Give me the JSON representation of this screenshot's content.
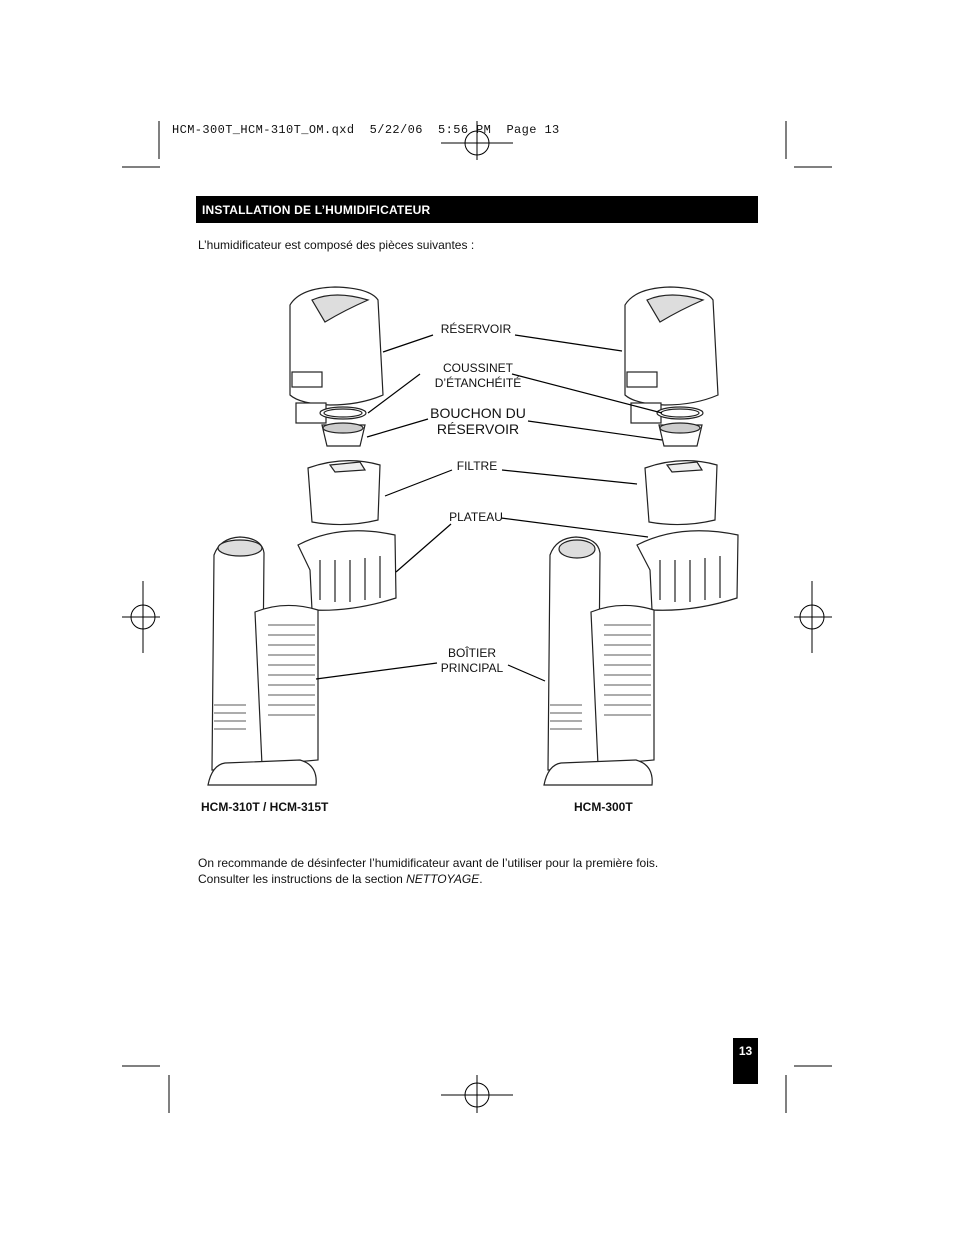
{
  "slug": "HCM-300T_HCM-310T_OM.qxd  5/22/06  5:56 PM  Page 13",
  "section_title": "INSTALLATION DE L’HUMIDIFICATEUR",
  "intro_text": "L’humidificateur est composé des pièces suivantes :",
  "parts": {
    "reservoir": "RÉSERVOIR",
    "gasket_line1": "COUSSINET",
    "gasket_line2": "D’ÉTANCHÉITÉ",
    "cap_line1": "BOUCHON DU",
    "cap_line2": "RÉSERVOIR",
    "filter": "FILTRE",
    "tray": "PLATEAU",
    "base_line1": "BOÎTIER",
    "base_line2": "PRINCIPAL"
  },
  "models": {
    "left": "HCM-310T / HCM-315T",
    "right": "HCM-300T"
  },
  "note": {
    "line1": "On recommande de désinfecter l’humidificateur avant de l’utiliser pour la première fois.",
    "line2_prefix": "Consulter les instructions de la section ",
    "line2_italic": "NETTOYAGE",
    "line2_suffix": "."
  },
  "page_number": "13"
}
